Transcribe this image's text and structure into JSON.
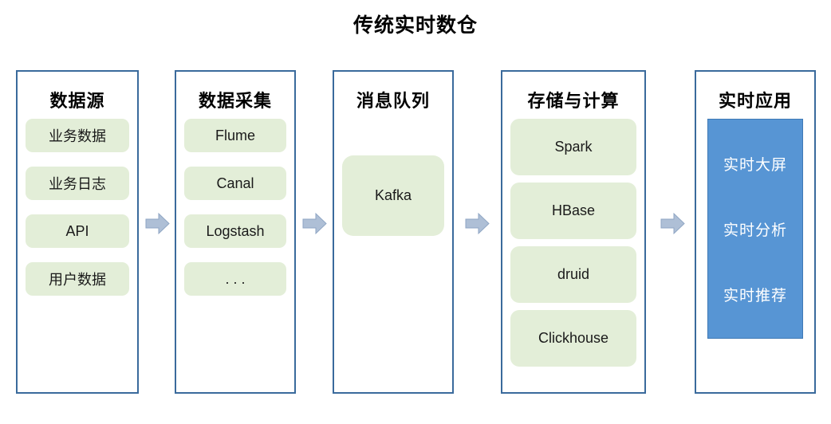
{
  "title": "传统实时数仓",
  "colors": {
    "column_border": "#3a6a9c",
    "chip_fill": "#e3eed8",
    "app_panel_fill": "#5795d4",
    "arrow_fill": "#aebfd6",
    "arrow_stroke": "#8fa6c4",
    "app_text": "#ffffff",
    "background": "#ffffff"
  },
  "stages": [
    {
      "title": "数据源",
      "items": [
        "业务数据",
        "业务日志",
        "API",
        "用户数据"
      ]
    },
    {
      "title": "数据采集",
      "items": [
        "Flume",
        "Canal",
        "Logstash",
        ". . ."
      ]
    },
    {
      "title": "消息队列",
      "items": [
        "Kafka"
      ]
    },
    {
      "title": "存储与计算",
      "items": [
        "Spark",
        "HBase",
        "druid",
        "Clickhouse"
      ]
    },
    {
      "title": "实时应用",
      "items": [
        "实时大屏",
        "实时分析",
        "实时推荐"
      ]
    }
  ],
  "arrows": [
    {
      "name": "arrow-source-to-collect"
    },
    {
      "name": "arrow-collect-to-queue"
    },
    {
      "name": "arrow-queue-to-compute"
    },
    {
      "name": "arrow-compute-to-app"
    }
  ]
}
